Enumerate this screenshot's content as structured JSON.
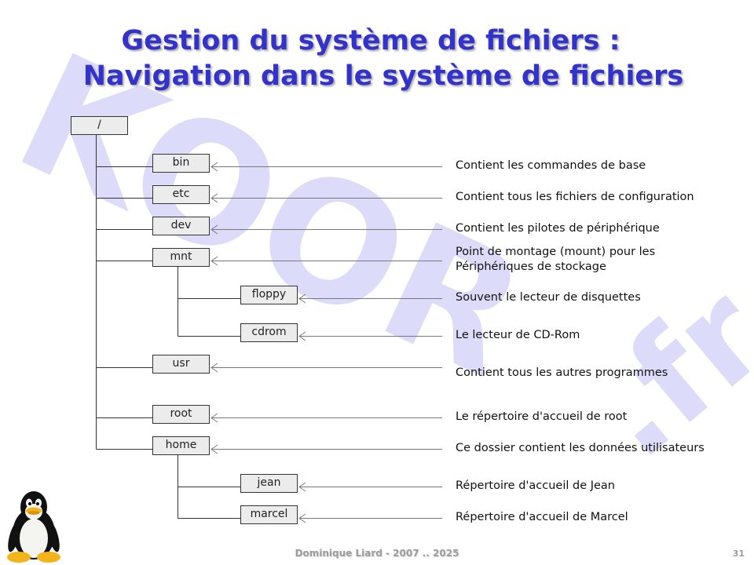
{
  "watermark": {
    "line1": "KOOR",
    "line2": ".fr"
  },
  "title": {
    "line1": "Gestion du système de fichiers :",
    "line2": "Navigation dans le système de fichiers"
  },
  "tree": {
    "root": "/",
    "nodes": [
      {
        "name": "bin",
        "description": "Contient les commandes de base"
      },
      {
        "name": "etc",
        "description": "Contient tous les fichiers de configuration"
      },
      {
        "name": "dev",
        "description": "Contient les pilotes de périphérique"
      },
      {
        "name": "mnt",
        "description": "Point de montage (mount) pour les",
        "description_line2": "Périphériques de stockage"
      },
      {
        "name": "floppy",
        "description": "Souvent le lecteur de disquettes"
      },
      {
        "name": "cdrom",
        "description": "Le lecteur de CD-Rom"
      },
      {
        "name": "usr",
        "description": "Contient tous les autres programmes"
      },
      {
        "name": "root",
        "description": "Le répertoire d'accueil de root"
      },
      {
        "name": "home",
        "description": "Ce dossier contient les données utilisateurs"
      },
      {
        "name": "jean",
        "description": "Répertoire d'accueil de Jean"
      },
      {
        "name": "marcel",
        "description": "Répertoire d'accueil de Marcel"
      }
    ]
  },
  "footer": {
    "author": "Dominique Liard - 2007 .. 2025",
    "page": "31"
  },
  "colors": {
    "title": "#3333cc",
    "watermark": "#dcdcfa",
    "node_fill": "#ececec"
  }
}
